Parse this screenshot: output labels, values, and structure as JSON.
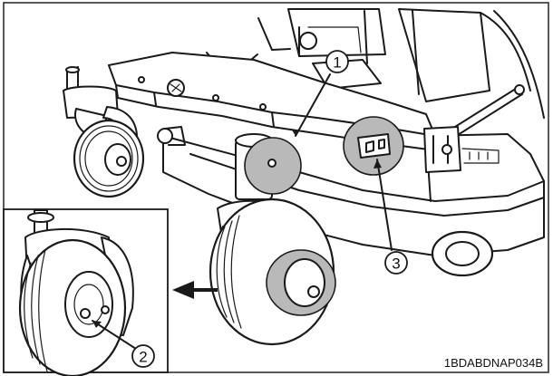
{
  "figure": {
    "callouts": [
      {
        "number": "1"
      },
      {
        "number": "2"
      },
      {
        "number": "3"
      }
    ],
    "figure_code": "1BDABDNAP034B",
    "colors": {
      "line": "#1a1a1a",
      "highlight": "#b9b9b9",
      "background": "#ffffff"
    }
  }
}
